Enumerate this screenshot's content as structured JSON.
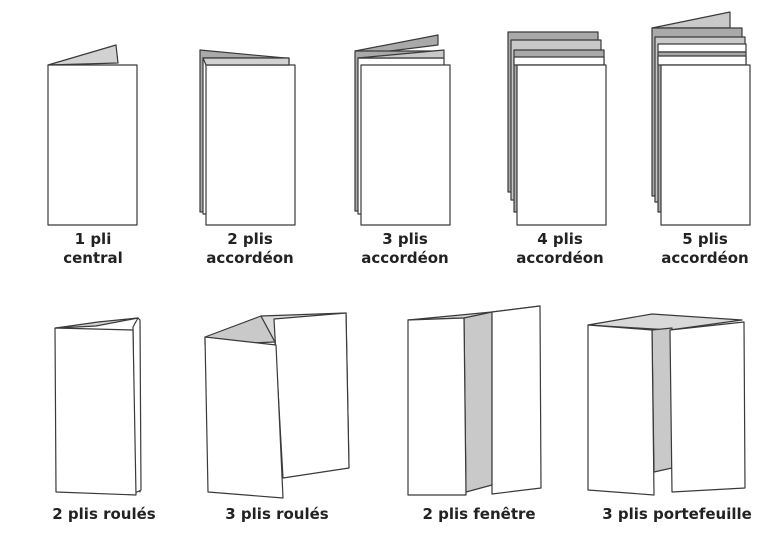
{
  "folds": [
    {
      "id": "1-pli-central",
      "line1": "1 pli",
      "line2": "central"
    },
    {
      "id": "2-plis-accordeon",
      "line1": "2 plis",
      "line2": "accordéon"
    },
    {
      "id": "3-plis-accordeon",
      "line1": "3 plis",
      "line2": "accordéon"
    },
    {
      "id": "4-plis-accordeon",
      "line1": "4 plis",
      "line2": "accordéon"
    },
    {
      "id": "5-plis-accordeon",
      "line1": "5 plis",
      "line2": "accordéon"
    },
    {
      "id": "2-plis-roules",
      "line1": "2 plis roulés"
    },
    {
      "id": "3-plis-roules",
      "line1": "3 plis roulés"
    },
    {
      "id": "2-plis-fenetre",
      "line1": "2 plis fenêtre"
    },
    {
      "id": "3-plis-portefeuille",
      "line1": "3 plis portefeuille"
    }
  ],
  "colors": {
    "paper": "#ffffff",
    "stroke": "#3a3a3a",
    "shade": "#c9c9c9",
    "shade_dark": "#a9a9a9",
    "text": "#222222"
  }
}
